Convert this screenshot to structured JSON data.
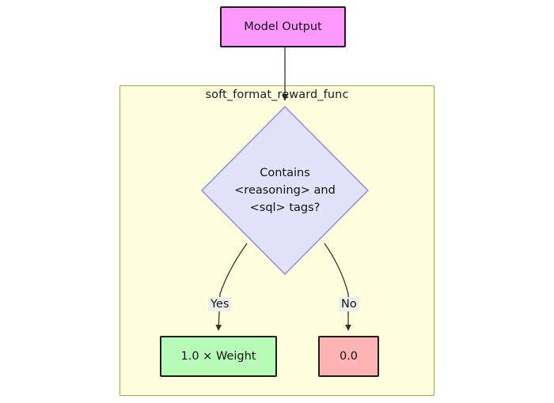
{
  "diagram": {
    "type": "flowchart",
    "direction": "top-down",
    "background": "#ffffff",
    "subgraph": {
      "title": "soft_format_reward_func",
      "fill": "#ffffde",
      "stroke": "#aaaa33"
    },
    "nodes": [
      {
        "id": "model-output",
        "shape": "rectangle",
        "label": "Model Output",
        "fill": "#ff99ff",
        "stroke": "#1c1c1c"
      },
      {
        "id": "decision",
        "shape": "diamond",
        "label_lines": [
          "Contains",
          "<reasoning> and",
          "<sql> tags?"
        ],
        "fill": "#e2e2fa",
        "stroke": "#9a93e0"
      },
      {
        "id": "reward-value",
        "shape": "rectangle",
        "label": "1.0 × Weight",
        "fill": "#b6fcb6",
        "stroke": "#1c1c1c"
      },
      {
        "id": "zero-value",
        "shape": "rectangle",
        "label": "0.0",
        "fill": "#ffb3b3",
        "stroke": "#1c1c1c"
      }
    ],
    "edges": [
      {
        "from": "model-output",
        "to": "decision",
        "label": ""
      },
      {
        "from": "decision",
        "to": "reward-value",
        "label": "Yes"
      },
      {
        "from": "decision",
        "to": "zero-value",
        "label": "No"
      }
    ]
  }
}
